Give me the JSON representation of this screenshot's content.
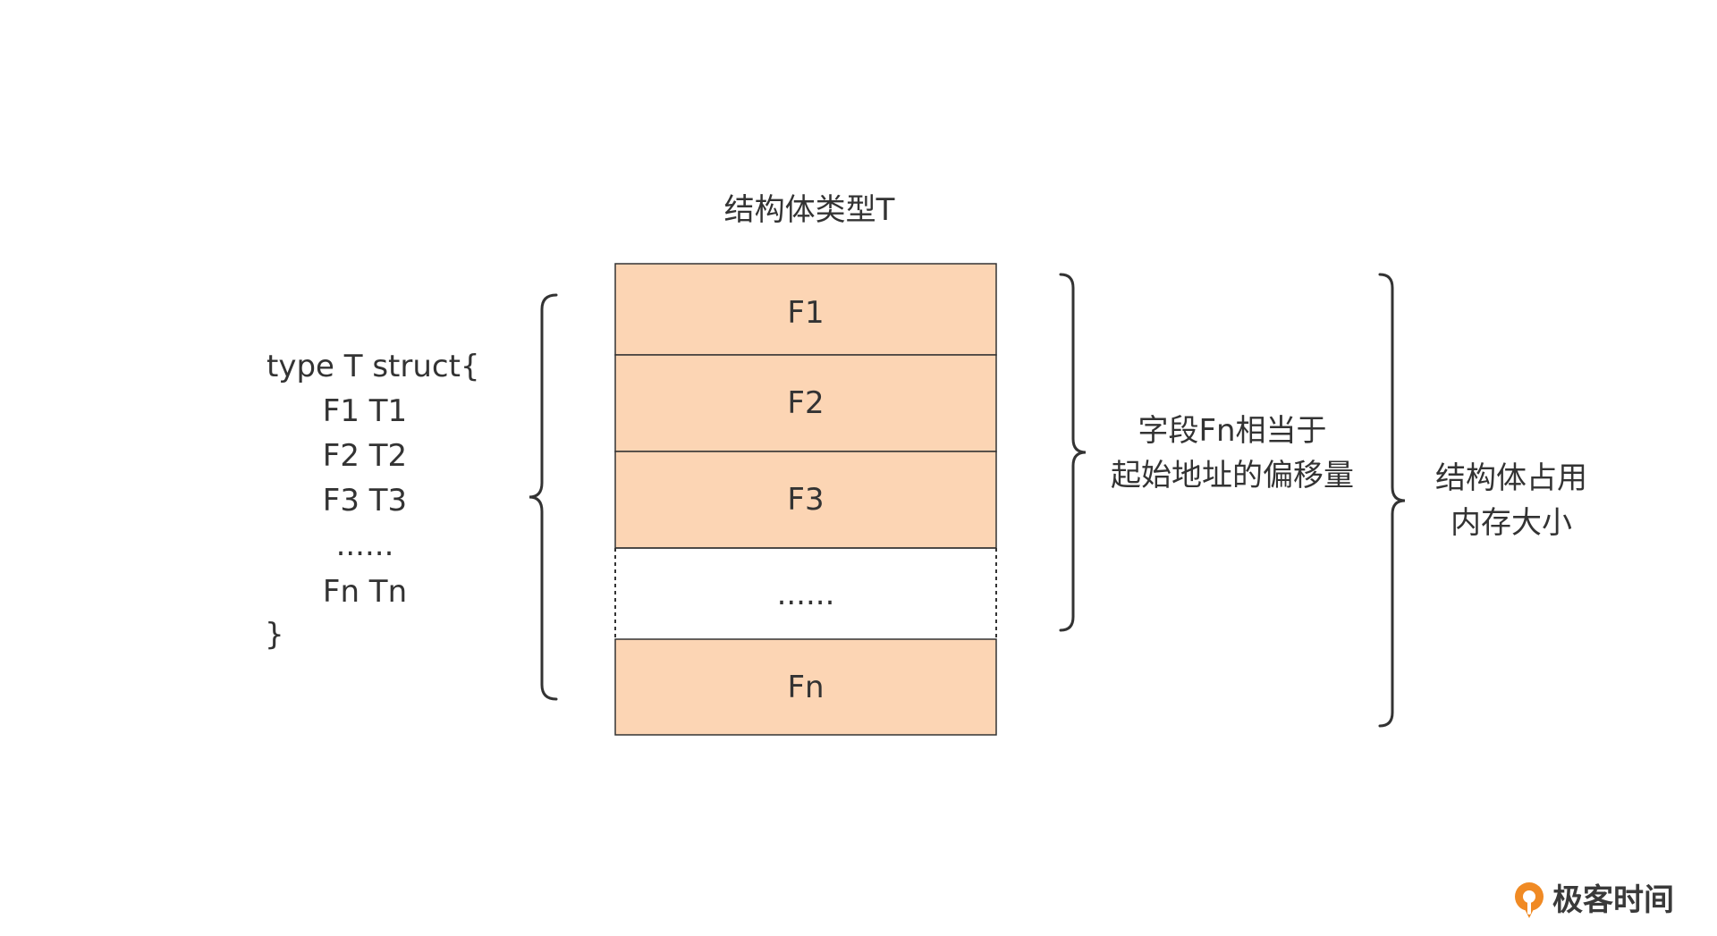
{
  "title": "结构体类型T",
  "code": {
    "lines": [
      "type T struct{",
      "F1 T1",
      "F2 T2",
      "F3 T3",
      "......",
      "Fn Tn",
      "}"
    ]
  },
  "blocks": [
    {
      "label": "F1",
      "style": "solid"
    },
    {
      "label": "F2",
      "style": "solid"
    },
    {
      "label": "F3",
      "style": "solid"
    },
    {
      "label": "......",
      "style": "dashed"
    },
    {
      "label": "Fn",
      "style": "solid"
    }
  ],
  "offset_note": {
    "line1": "字段Fn相当于",
    "line2": "起始地址的偏移量"
  },
  "size_note": {
    "line1": "结构体占用",
    "line2": "内存大小"
  },
  "logo": {
    "text": "极客时间",
    "icon": "geektime-logo-icon"
  },
  "colors": {
    "block_fill": "#fcd5b4",
    "border": "#333333",
    "text": "#333333",
    "logo_orange": "#f08a24"
  }
}
